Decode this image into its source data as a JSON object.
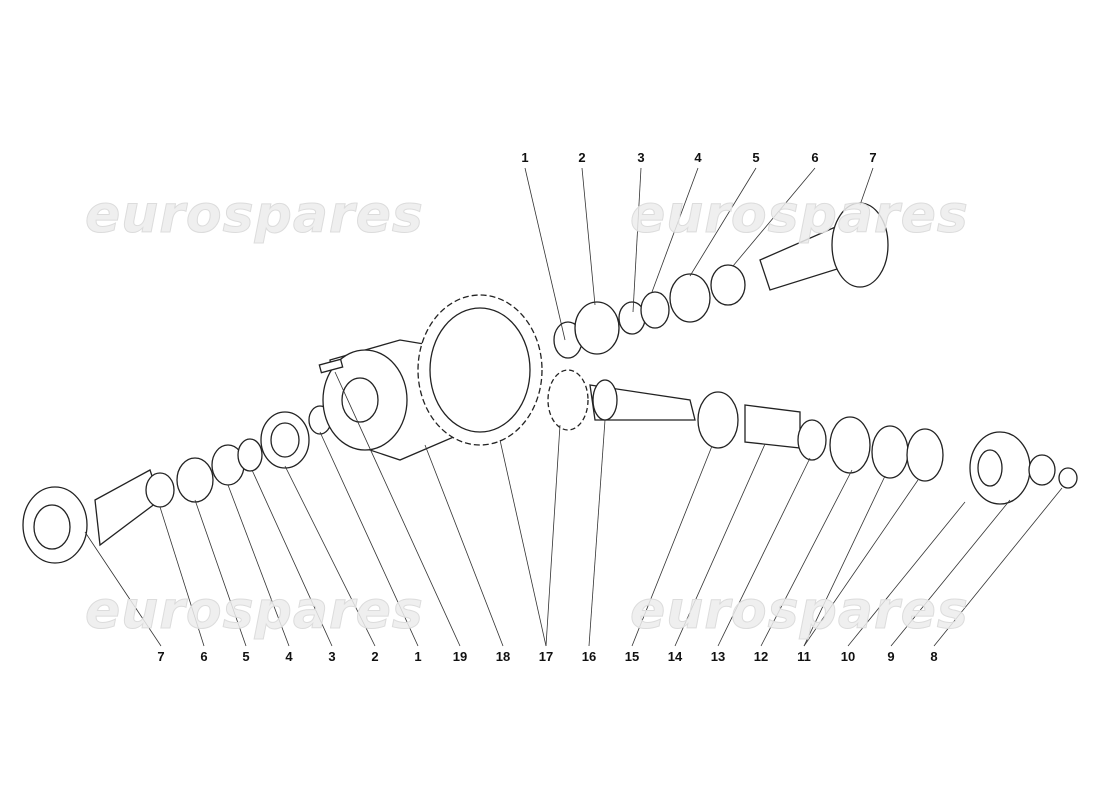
{
  "watermark": "eurospares",
  "top_callouts": [
    "1",
    "2",
    "3",
    "4",
    "5",
    "6",
    "7"
  ],
  "bottom_callouts": [
    "7",
    "6",
    "5",
    "4",
    "3",
    "2",
    "1",
    "19",
    "18",
    "17",
    "16",
    "15",
    "14",
    "13",
    "12",
    "11",
    "10",
    "9",
    "8"
  ]
}
